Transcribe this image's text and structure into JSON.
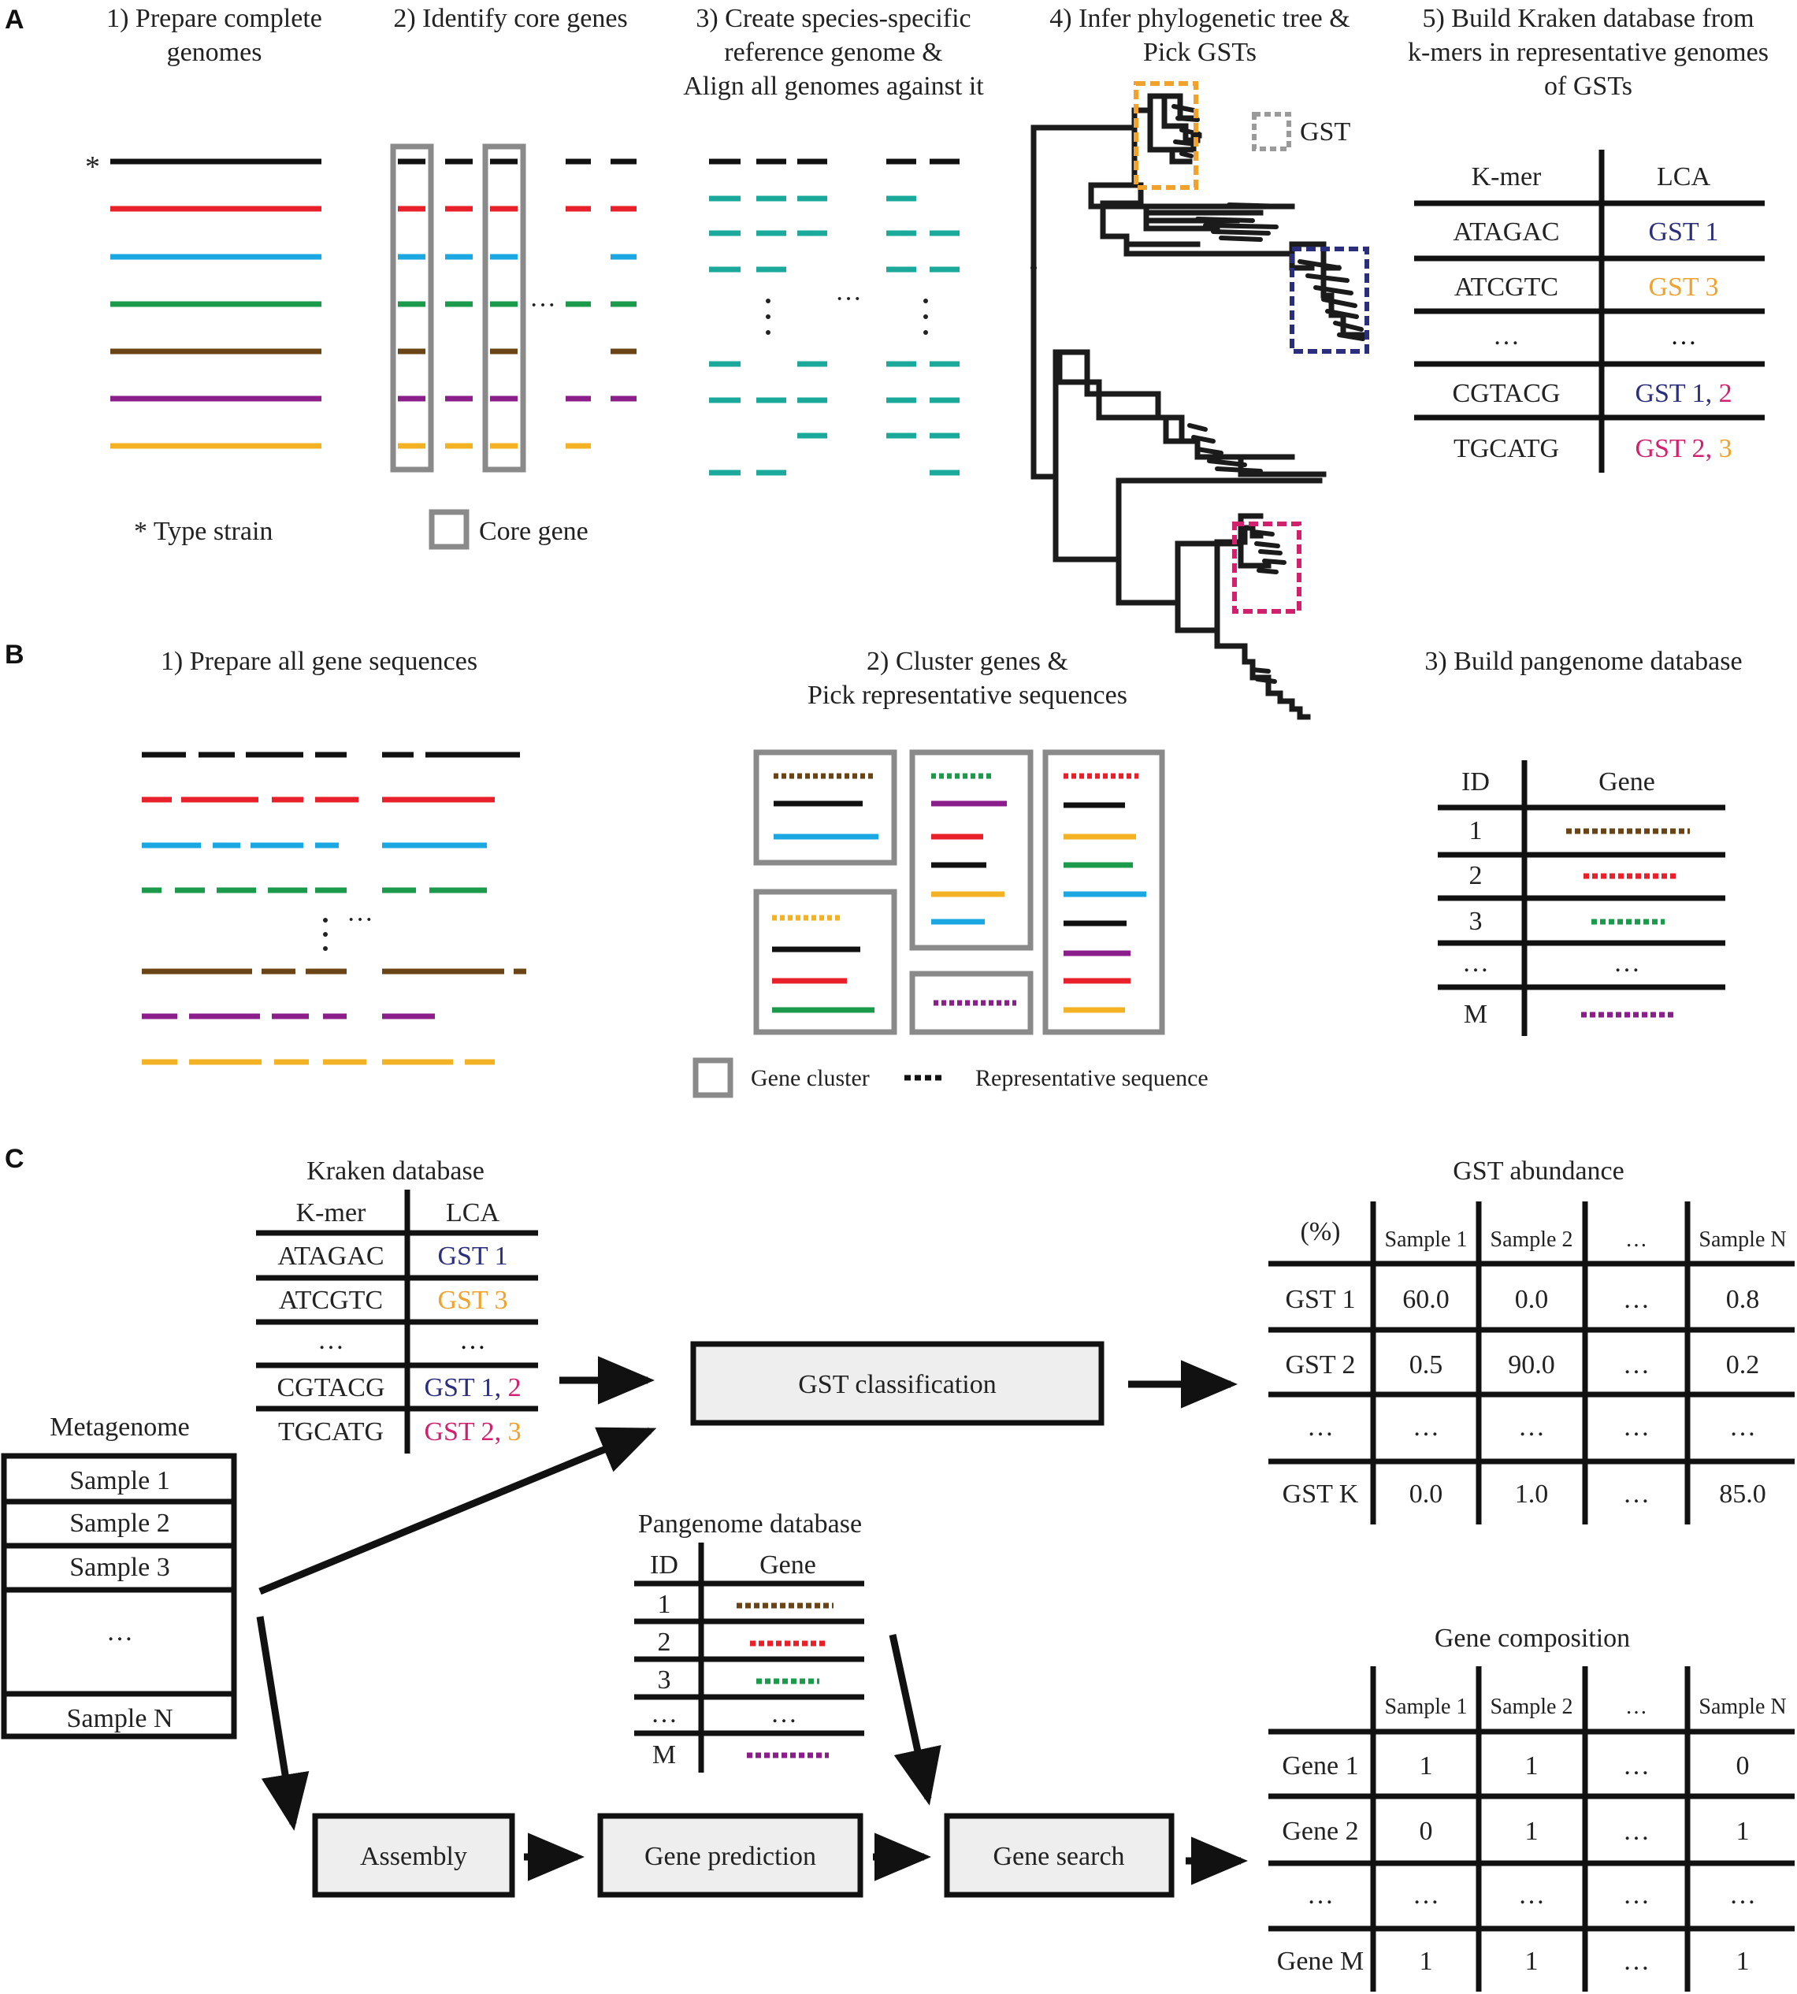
{
  "colors": {
    "black": "#111111",
    "red": "#e8202a",
    "blue": "#1ba7e1",
    "green": "#1a9a4a",
    "brown": "#6b4416",
    "purple": "#8c1e8c",
    "orange": "#f3b124",
    "teal": "#1aa99a",
    "navy": "#2a2e7c",
    "magenta": "#d1206d",
    "gold": "#f0a22c",
    "gray": "#8a8a8a",
    "boxfill": "#eeeeee"
  },
  "panelA": {
    "label": "A",
    "steps": {
      "s1": [
        "1) Prepare complete",
        "genomes"
      ],
      "s2": [
        "2) Identify core genes"
      ],
      "s3": [
        "3) Create species-specific",
        "reference genome &",
        "Align all genomes against it"
      ],
      "s4": [
        "4) Infer phylogenetic tree &",
        "Pick GSTs"
      ],
      "s5": [
        "5) Build Kraken database from",
        "k-mers in representative genomes",
        "of GSTs"
      ]
    },
    "asterisk": "*",
    "type_strain": "* Type strain",
    "core_gene": "Core gene",
    "ellipsis": "···",
    "gst_legend": "GST",
    "kmer_table": {
      "headers": [
        "K-mer",
        "LCA"
      ],
      "rows": [
        {
          "kmer": "ATAGAC",
          "lca": [
            {
              "t": "GST 1",
              "c": "navy"
            }
          ]
        },
        {
          "kmer": "ATCGTC",
          "lca": [
            {
              "t": "GST 3",
              "c": "gold"
            }
          ]
        },
        {
          "kmer": "…",
          "lca": [
            {
              "t": "…",
              "c": "black"
            }
          ]
        },
        {
          "kmer": "CGTACG",
          "lca": [
            {
              "t": "GST 1",
              "c": "navy"
            },
            {
              "t": ", ",
              "c": "navy"
            },
            {
              "t": "2",
              "c": "magenta"
            }
          ]
        },
        {
          "kmer": "TGCATG",
          "lca": [
            {
              "t": "GST 2",
              "c": "magenta"
            },
            {
              "t": ", ",
              "c": "magenta"
            },
            {
              "t": "3",
              "c": "gold"
            }
          ]
        }
      ]
    }
  },
  "panelB": {
    "label": "B",
    "steps": {
      "s1": [
        "1) Prepare all gene sequences"
      ],
      "s2": [
        "2) Cluster genes &",
        "Pick representative sequences"
      ],
      "s3": [
        "3) Build pangenome database"
      ]
    },
    "legend_cluster": "Gene cluster",
    "legend_rep": "Representative sequence",
    "ellipsis": "···",
    "pangenome_table": {
      "headers": [
        "ID",
        "Gene"
      ],
      "rows": [
        {
          "id": "1",
          "c": "brown"
        },
        {
          "id": "2",
          "c": "red"
        },
        {
          "id": "3",
          "c": "green"
        },
        {
          "id": "…",
          "c": ""
        },
        {
          "id": "M",
          "c": "purple"
        }
      ],
      "gene_ellipsis": "…"
    }
  },
  "panelC": {
    "label": "C",
    "kraken_title": "Kraken database",
    "pangenome_title": "Pangenome database",
    "metagenome_title": "Metagenome",
    "samples": [
      "Sample 1",
      "Sample 2",
      "Sample 3",
      "…",
      "Sample N"
    ],
    "boxes": {
      "gst_classification": "GST classification",
      "assembly": "Assembly",
      "gene_prediction": "Gene prediction",
      "gene_search": "Gene search"
    },
    "gst_abundance": {
      "title": "GST abundance",
      "corner": "(%)",
      "headers": [
        "Sample 1",
        "Sample 2",
        "…",
        "Sample N"
      ],
      "rows": [
        {
          "name": "GST 1",
          "values": [
            "60.0",
            "0.0",
            "…",
            "0.8"
          ]
        },
        {
          "name": "GST 2",
          "values": [
            "0.5",
            "90.0",
            "…",
            "0.2"
          ]
        },
        {
          "name": "…",
          "values": [
            "…",
            "…",
            "…",
            "…"
          ]
        },
        {
          "name": "GST K",
          "values": [
            "0.0",
            "1.0",
            "…",
            "85.0"
          ]
        }
      ]
    },
    "gene_composition": {
      "title": "Gene composition",
      "headers": [
        "Sample 1",
        "Sample 2",
        "…",
        "Sample N"
      ],
      "rows": [
        {
          "name": "Gene 1",
          "values": [
            "1",
            "1",
            "…",
            "0"
          ]
        },
        {
          "name": "Gene 2",
          "values": [
            "0",
            "1",
            "…",
            "1"
          ]
        },
        {
          "name": "…",
          "values": [
            "…",
            "…",
            "…",
            "…"
          ]
        },
        {
          "name": "Gene M",
          "values": [
            "1",
            "1",
            "…",
            "1"
          ]
        }
      ]
    }
  }
}
